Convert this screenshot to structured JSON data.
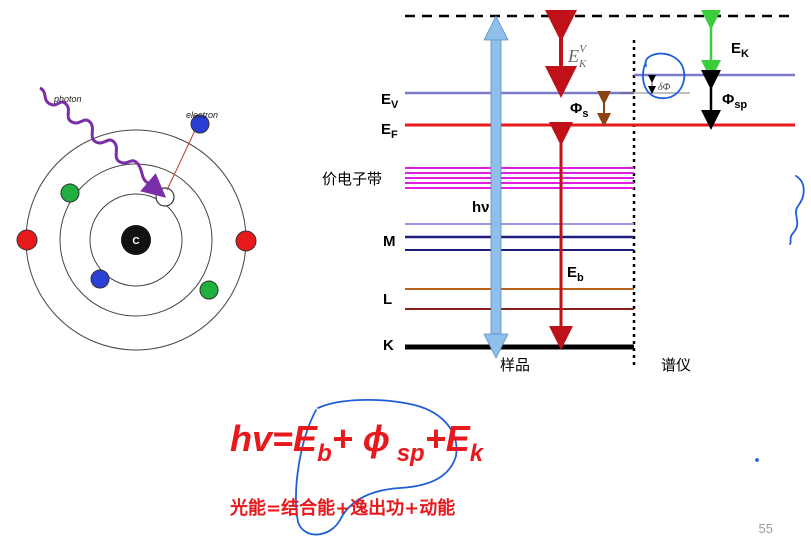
{
  "atom": {
    "photon_label": "photon",
    "electron_label": "electron",
    "nucleus_label": "C"
  },
  "energy_diagram": {
    "ek_v_label": "E",
    "ek_v_sup": "V",
    "ek_v_sub": "K",
    "ev_label": "E",
    "ev_sub": "V",
    "ef_label": "E",
    "ef_sub": "F",
    "valence_band_label": "价电子带",
    "hv_label": "hν",
    "eb_label": "E",
    "eb_sub": "b",
    "phi_s_label": "Φ",
    "phi_s_sub": "s",
    "delta_phi_label": "δΦ",
    "ek_label": "E",
    "ek_sub": "K",
    "phi_sp_label": "Φ",
    "phi_sp_sub": "sp",
    "m_label": "M",
    "l_label": "L",
    "k_label": "K",
    "sample_label": "样品",
    "spectrometer_label": "谱仪"
  },
  "equation": {
    "hv": "hv=",
    "eb": "E",
    "eb_sub": "b",
    "plus1": "+ ",
    "phi": "ϕ",
    "phi_sub": " sp",
    "plus2": "+",
    "ek": "E",
    "ek_sub": "k",
    "chinese": "光能=结合能+逸出功+动能"
  },
  "slide_number": "55",
  "colors": {
    "red": "#e8191c",
    "purple_level": "#7b7bcc",
    "magenta": "#e020e0",
    "navy": "#1c1c7a",
    "brown": "#8b4513",
    "light_blue_arrow": "#8fbfea",
    "green_arrow": "#3ccd3c",
    "annotation_blue": "#1f5fd6"
  }
}
